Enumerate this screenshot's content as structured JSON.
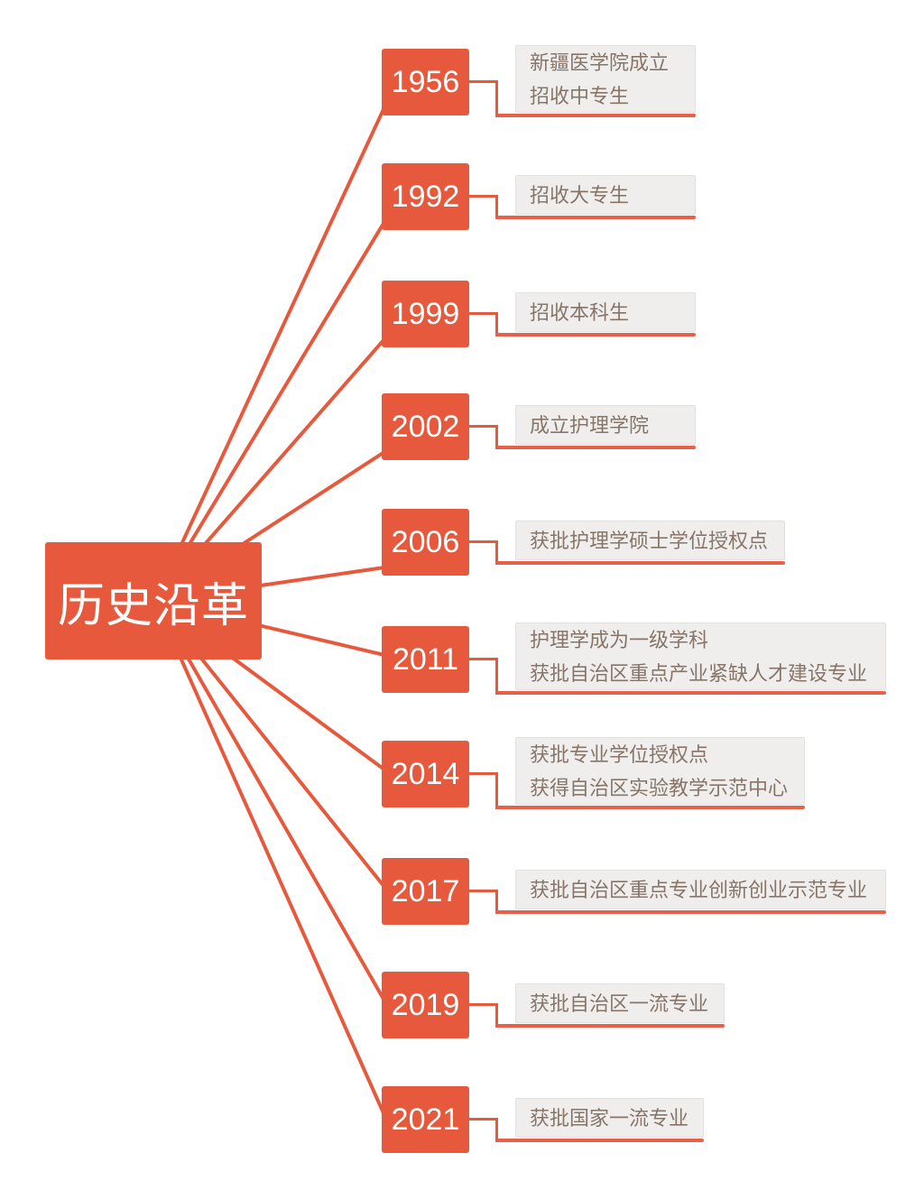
{
  "title": {
    "label": "历史沿革"
  },
  "colors": {
    "accent": "#E7593C",
    "underline": "#E8604A",
    "desc_bg": "#EFEEED",
    "desc_border": "#E3E1E0",
    "desc_text": "#87756A",
    "year_text": "#FFFFFF",
    "background": "#FFFFFF"
  },
  "timeline": [
    {
      "year": "1956",
      "lines": [
        "新疆医学院成立",
        "招收中专生"
      ]
    },
    {
      "year": "1992",
      "lines": [
        "招收大专生"
      ]
    },
    {
      "year": "1999",
      "lines": [
        "招收本科生"
      ]
    },
    {
      "year": "2002",
      "lines": [
        "成立护理学院"
      ]
    },
    {
      "year": "2006",
      "lines": [
        "获批护理学硕士学位授权点"
      ]
    },
    {
      "year": "2011",
      "lines": [
        "护理学成为一级学科",
        "获批自治区重点产业紧缺人才建设专业"
      ]
    },
    {
      "year": "2014",
      "lines": [
        "获批专业学位授权点",
        "获得自治区实验教学示范中心"
      ]
    },
    {
      "year": "2017",
      "lines": [
        "获批自治区重点专业创新创业示范专业"
      ]
    },
    {
      "year": "2019",
      "lines": [
        "获批自治区一流专业"
      ]
    },
    {
      "year": "2021",
      "lines": [
        "获批国家一流专业"
      ]
    }
  ]
}
